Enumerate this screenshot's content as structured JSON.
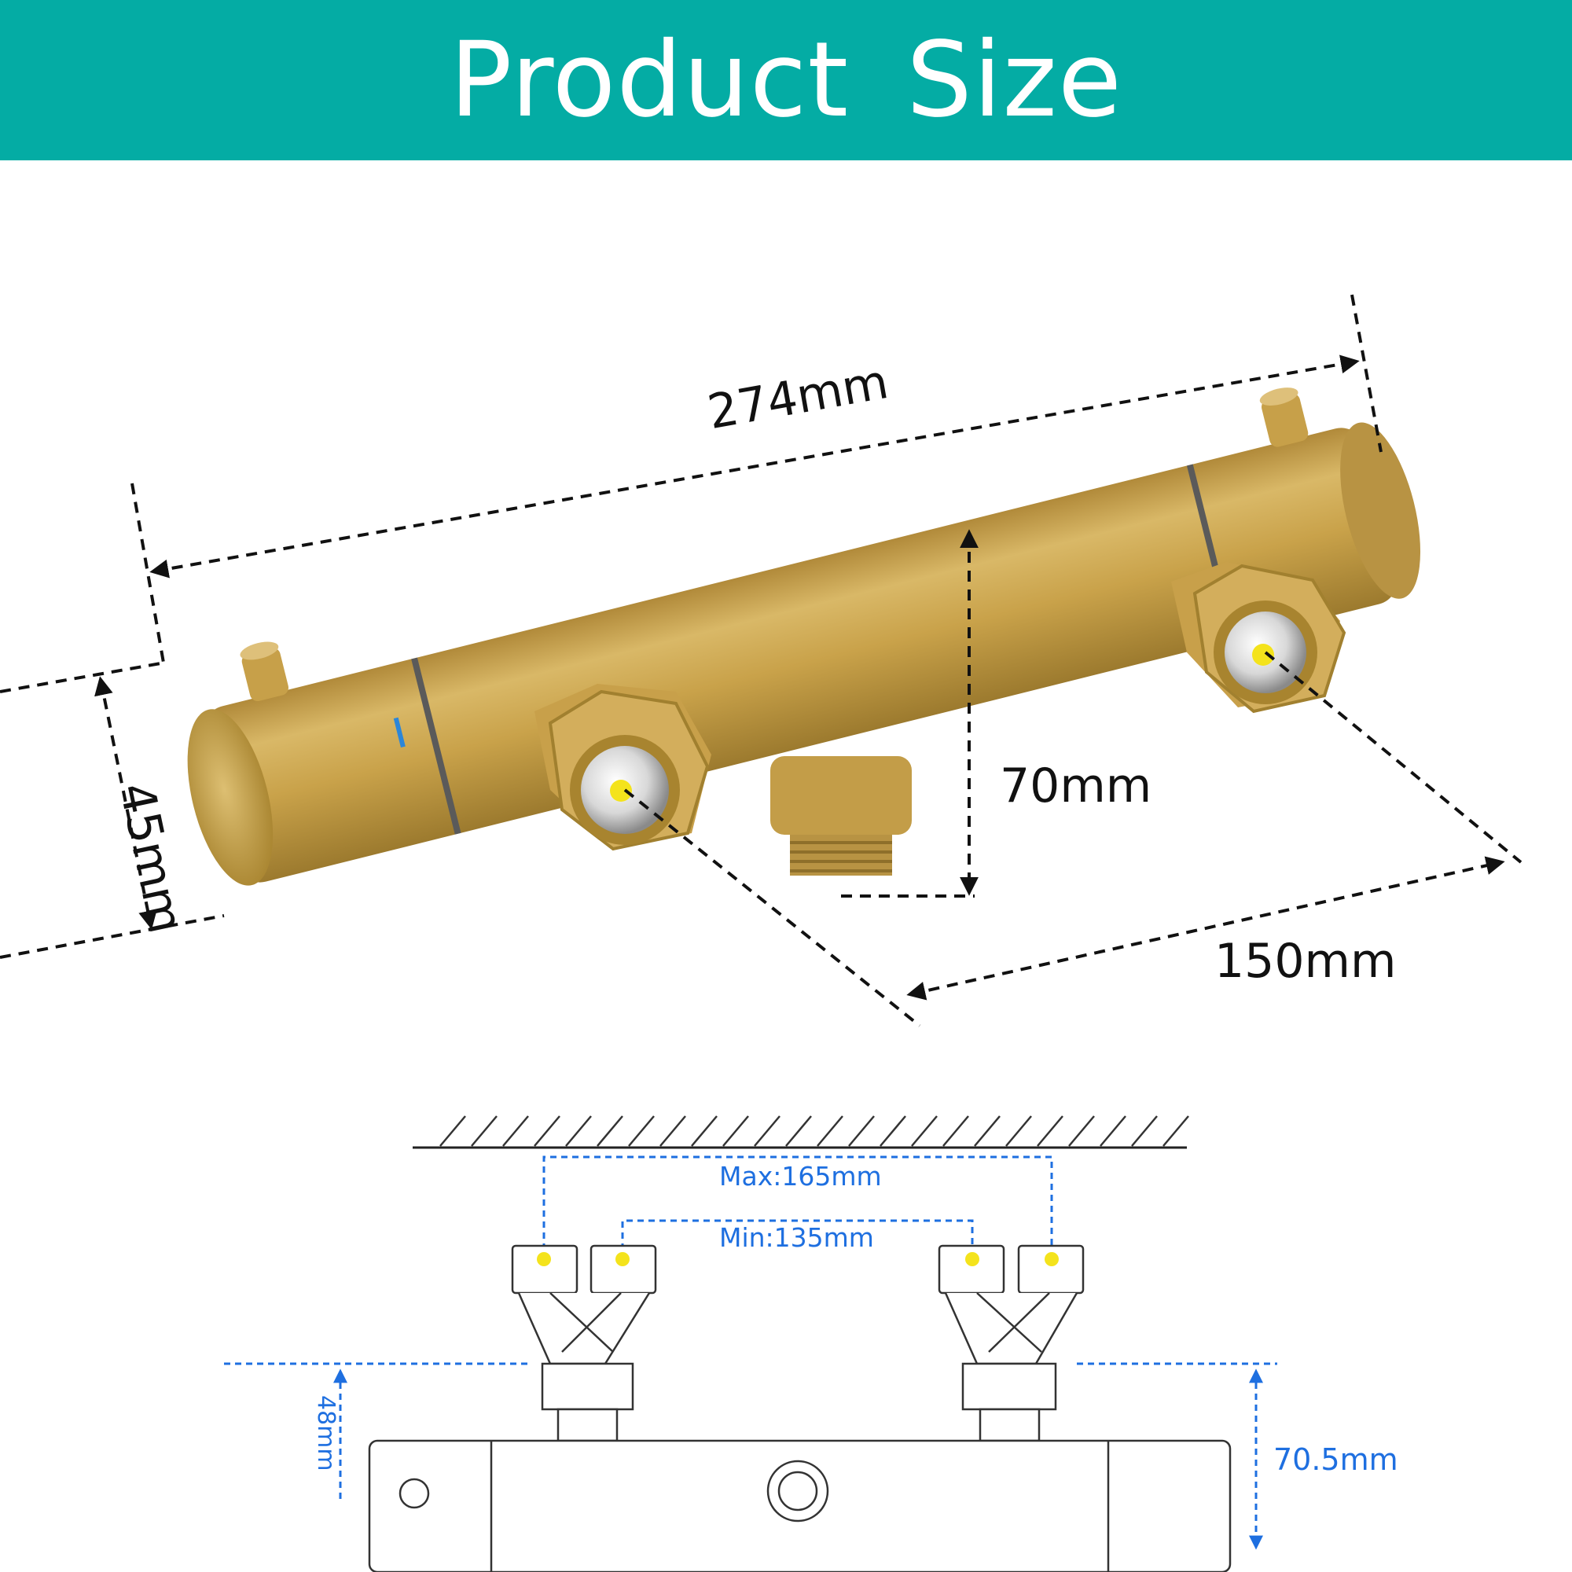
{
  "header": {
    "title": "Product Size",
    "background": "#04ACA4",
    "text_color": "#FFFFFF"
  },
  "product_view": {
    "finish_color": "#C9A24A",
    "length_label": "274mm",
    "diameter_label": "45mm",
    "height_label": "70mm",
    "inlet_spacing_label": "150mm"
  },
  "installation_diagram": {
    "max_label": "Max:165mm",
    "min_label": "Min:135mm",
    "left_height_label": "48mm",
    "right_height_label": "70.5mm",
    "label_color": "#1E6FE0",
    "marker_color": "#F4E31C"
  }
}
